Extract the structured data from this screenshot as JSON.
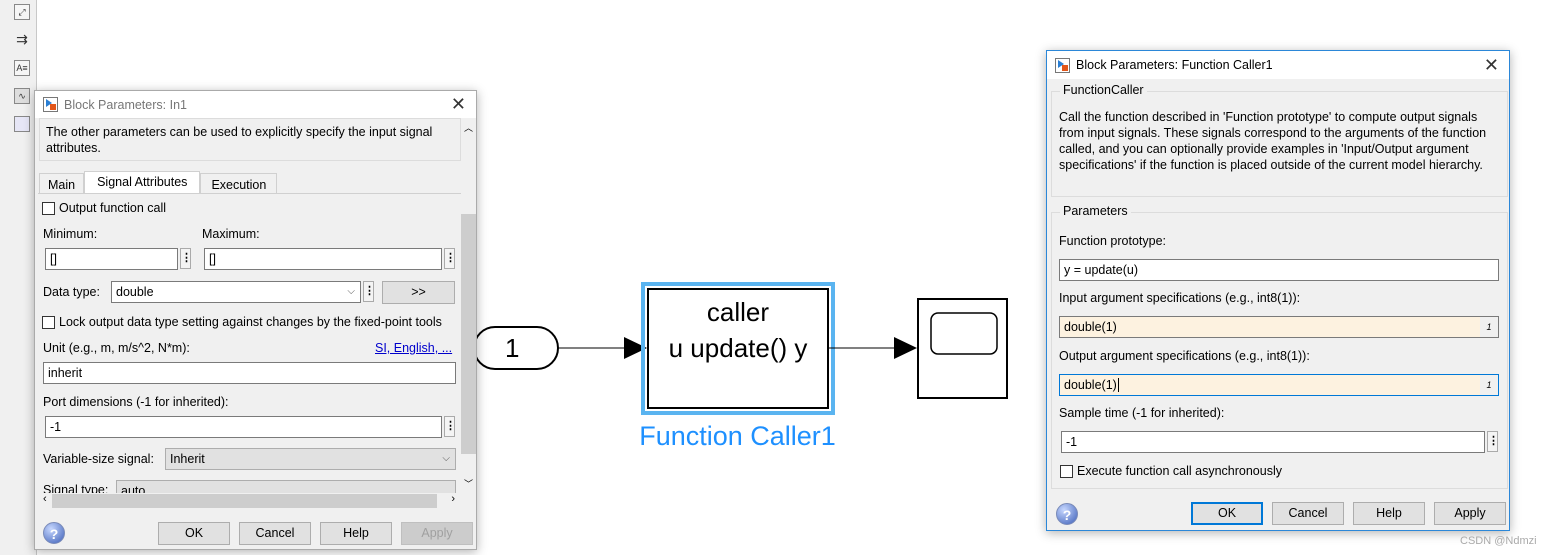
{
  "toolbar": {
    "icons": [
      "fit-view-icon",
      "signal-arrow-icon",
      "annotation-icon",
      "image-icon",
      "area-icon"
    ],
    "annotation_label": "A≡"
  },
  "diagram": {
    "inport_value": "1",
    "caller_line1": "caller",
    "caller_line2": "u update() y",
    "caller_name": "Function Caller1",
    "selection_color": "#5ab4f0",
    "name_color": "#1e90ff"
  },
  "in1_dialog": {
    "title": "Block Parameters: In1",
    "description": "The other parameters can be used to explicitly specify the input signal attributes.",
    "tabs": [
      {
        "label": "Main"
      },
      {
        "label": "Signal Attributes"
      },
      {
        "label": "Execution"
      }
    ],
    "active_tab": "Signal Attributes",
    "output_function_call": "Output function call",
    "minimum_label": "Minimum:",
    "minimum_value": "[]",
    "maximum_label": "Maximum:",
    "maximum_value": "[]",
    "data_type_label": "Data type:",
    "data_type_value": "double",
    "data_type_button": ">>",
    "lock_label": "Lock output data type setting against changes by the fixed-point tools",
    "unit_label": "Unit (e.g., m, m/s^2, N*m):",
    "unit_link": "SI, English, ...",
    "unit_value": "inherit",
    "port_dims_label": "Port dimensions (-1 for inherited):",
    "port_dims_value": "-1",
    "varsize_label": "Variable-size signal:",
    "varsize_value": "Inherit",
    "signal_type_label": "Signal type:",
    "signal_type_value": "auto",
    "buttons": {
      "ok": "OK",
      "cancel": "Cancel",
      "help": "Help",
      "apply": "Apply"
    }
  },
  "fc_dialog": {
    "title": "Block Parameters: Function Caller1",
    "group_title": "FunctionCaller",
    "description": "Call the function described in 'Function prototype' to compute output signals from input signals. These signals correspond to the arguments of the function called, and you can optionally provide examples in 'Input/Output argument specifications' if the function is placed outside of the current model hierarchy.",
    "params_title": "Parameters",
    "prototype_label": "Function prototype:",
    "prototype_value": "y = update(u)",
    "input_spec_label": "Input argument specifications (e.g., int8(1)):",
    "input_spec_value": "double(1)",
    "output_spec_label": "Output argument specifications (e.g., int8(1)):",
    "output_spec_value": "double(1)",
    "arg_marker": "1",
    "sample_time_label": "Sample time (-1 for inherited):",
    "sample_time_value": "-1",
    "async_label": "Execute function call asynchronously",
    "buttons": {
      "ok": "OK",
      "cancel": "Cancel",
      "help": "Help",
      "apply": "Apply"
    }
  },
  "watermark": "CSDN @Ndmzi"
}
